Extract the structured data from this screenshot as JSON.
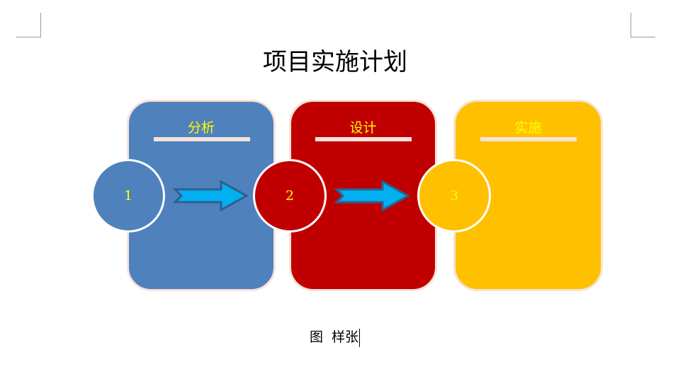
{
  "title": "项目实施计划",
  "stages": [
    {
      "label": "分析",
      "number": "1",
      "color": "#4f81bd"
    },
    {
      "label": "设计",
      "number": "2",
      "color": "#c00000"
    },
    {
      "label": "实施",
      "number": "3",
      "color": "#ffc000"
    }
  ],
  "text_color": "#ffff00",
  "arrow_color": "#00b0f0",
  "caption": "图  样张"
}
